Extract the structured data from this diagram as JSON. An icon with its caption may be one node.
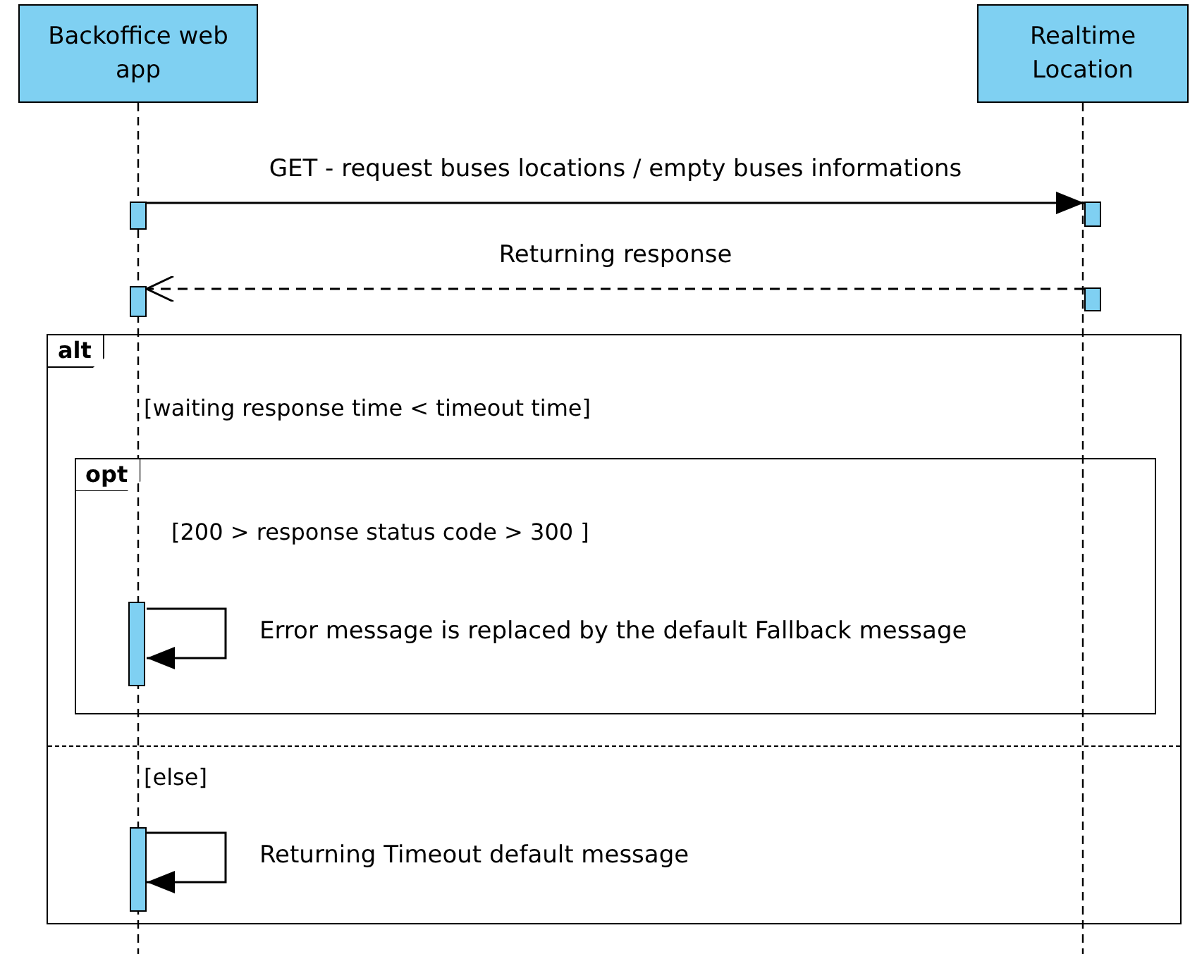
{
  "diagram": {
    "nodes": [
      {
        "text": [
          "Backoffice web app"
        ]
      },
      {
        "text": [
          "Realtime Location"
        ]
      },
      {
        "text": [],
        "shape": "bar"
      },
      {
        "text": [],
        "shape": "bar"
      },
      {
        "text": [],
        "shape": "bar"
      },
      {
        "text": [],
        "shape": "bar"
      },
      {
        "text": [
          "alt",
          "[waiting response time < timeout time]",
          "[else]"
        ]
      },
      {
        "text": [
          "opt",
          "[200 > response status code > 300 ]"
        ],
        "in": 6
      },
      {
        "text": [],
        "shape": "bar",
        "in": 7
      },
      {
        "text": [],
        "shape": "bar",
        "in": 6
      }
    ],
    "edges": [
      {
        "from": 2,
        "to": 3,
        "arrow": "to",
        "label": "GET - request buses locations / empty buses informations"
      },
      {
        "from": 5,
        "to": 4,
        "arrow": "to",
        "style": "dashed",
        "label": "Returning response"
      },
      {
        "from": 8,
        "to": 8,
        "arrow": "to",
        "label": "Error message is replaced by the default Fallback message"
      },
      {
        "from": 9,
        "to": 9,
        "arrow": "to",
        "label": "Returning Timeout default message"
      }
    ]
  }
}
